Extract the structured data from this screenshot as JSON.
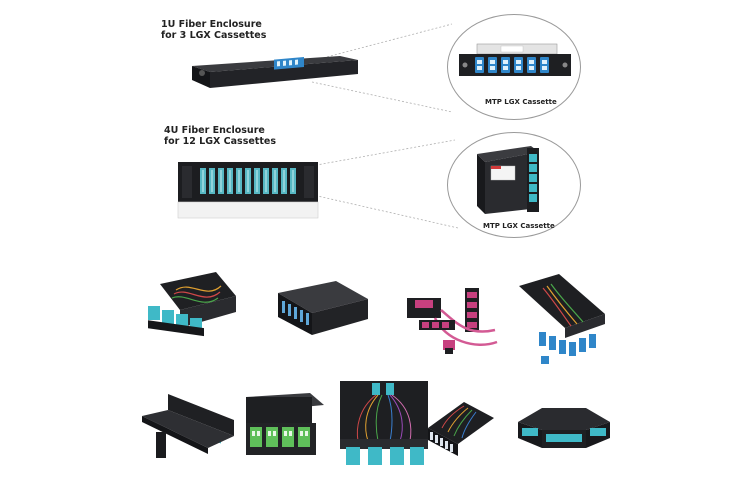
{
  "enclosures": [
    {
      "caption_line1": "1U Fiber Enclosure",
      "caption_line2": "for 3 LGX Cassettes",
      "detail_label": "MTP LGX Cassette"
    },
    {
      "caption_line1": "4U Fiber Enclosure",
      "caption_line2": "for 12 LGX Cassettes",
      "detail_label": "MTP LGX Cassette"
    }
  ],
  "colors": {
    "aqua": "#3fb9c7",
    "blue": "#2f86c9",
    "magenta": "#c7407f",
    "green": "#5fbf5a",
    "chassis": "#1e1f22"
  },
  "products": [
    {
      "icon": "cassette-aqua-open-icon"
    },
    {
      "icon": "cassette-covered-icon"
    },
    {
      "icon": "cassette-magenta-cables-icon"
    },
    {
      "icon": "cassette-blue-pigtails-icon"
    },
    {
      "icon": "cassette-aqua-tilted-icon"
    },
    {
      "icon": "cassette-green-icon"
    },
    {
      "icon": "cassette-multicolor-fibers-icon"
    },
    {
      "icon": "cassette-fan-fibers-icon"
    },
    {
      "icon": "cassette-hexagonal-panel-icon"
    }
  ]
}
